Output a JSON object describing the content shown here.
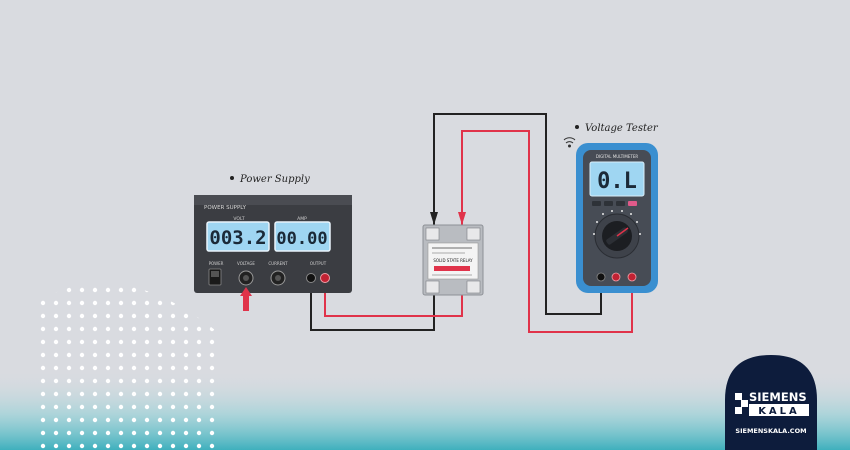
{
  "power_supply": {
    "caption": "Power Supply",
    "panel_title": "POWER SUPPLY",
    "volt_label": "VOLT",
    "amp_label": "AMP",
    "volt_reading": "003.2",
    "amp_reading": "00.00",
    "power_label": "POWER",
    "voltage_label": "VOLTAGE",
    "current_label": "CURRENT",
    "output_label": "OUTPUT"
  },
  "relay": {
    "label": "SOLID STATE RELAY"
  },
  "tester": {
    "caption": "Voltage Tester",
    "device_title": "DIGITAL MULTIMETER",
    "reading": "0.L"
  },
  "brand": {
    "name_top": "SIEMENS",
    "name_bottom": "KALA",
    "website": "SIEMENSKALA.COM"
  },
  "colors": {
    "background": "#d9dbe0",
    "wire_red": "#e0334a",
    "wire_black": "#222222",
    "display_blue": "#9fd6f2",
    "multimeter_blue": "#3a8fd0",
    "brand_navy": "#0d1c3c",
    "teal_gradient": "#5fbfc8"
  }
}
